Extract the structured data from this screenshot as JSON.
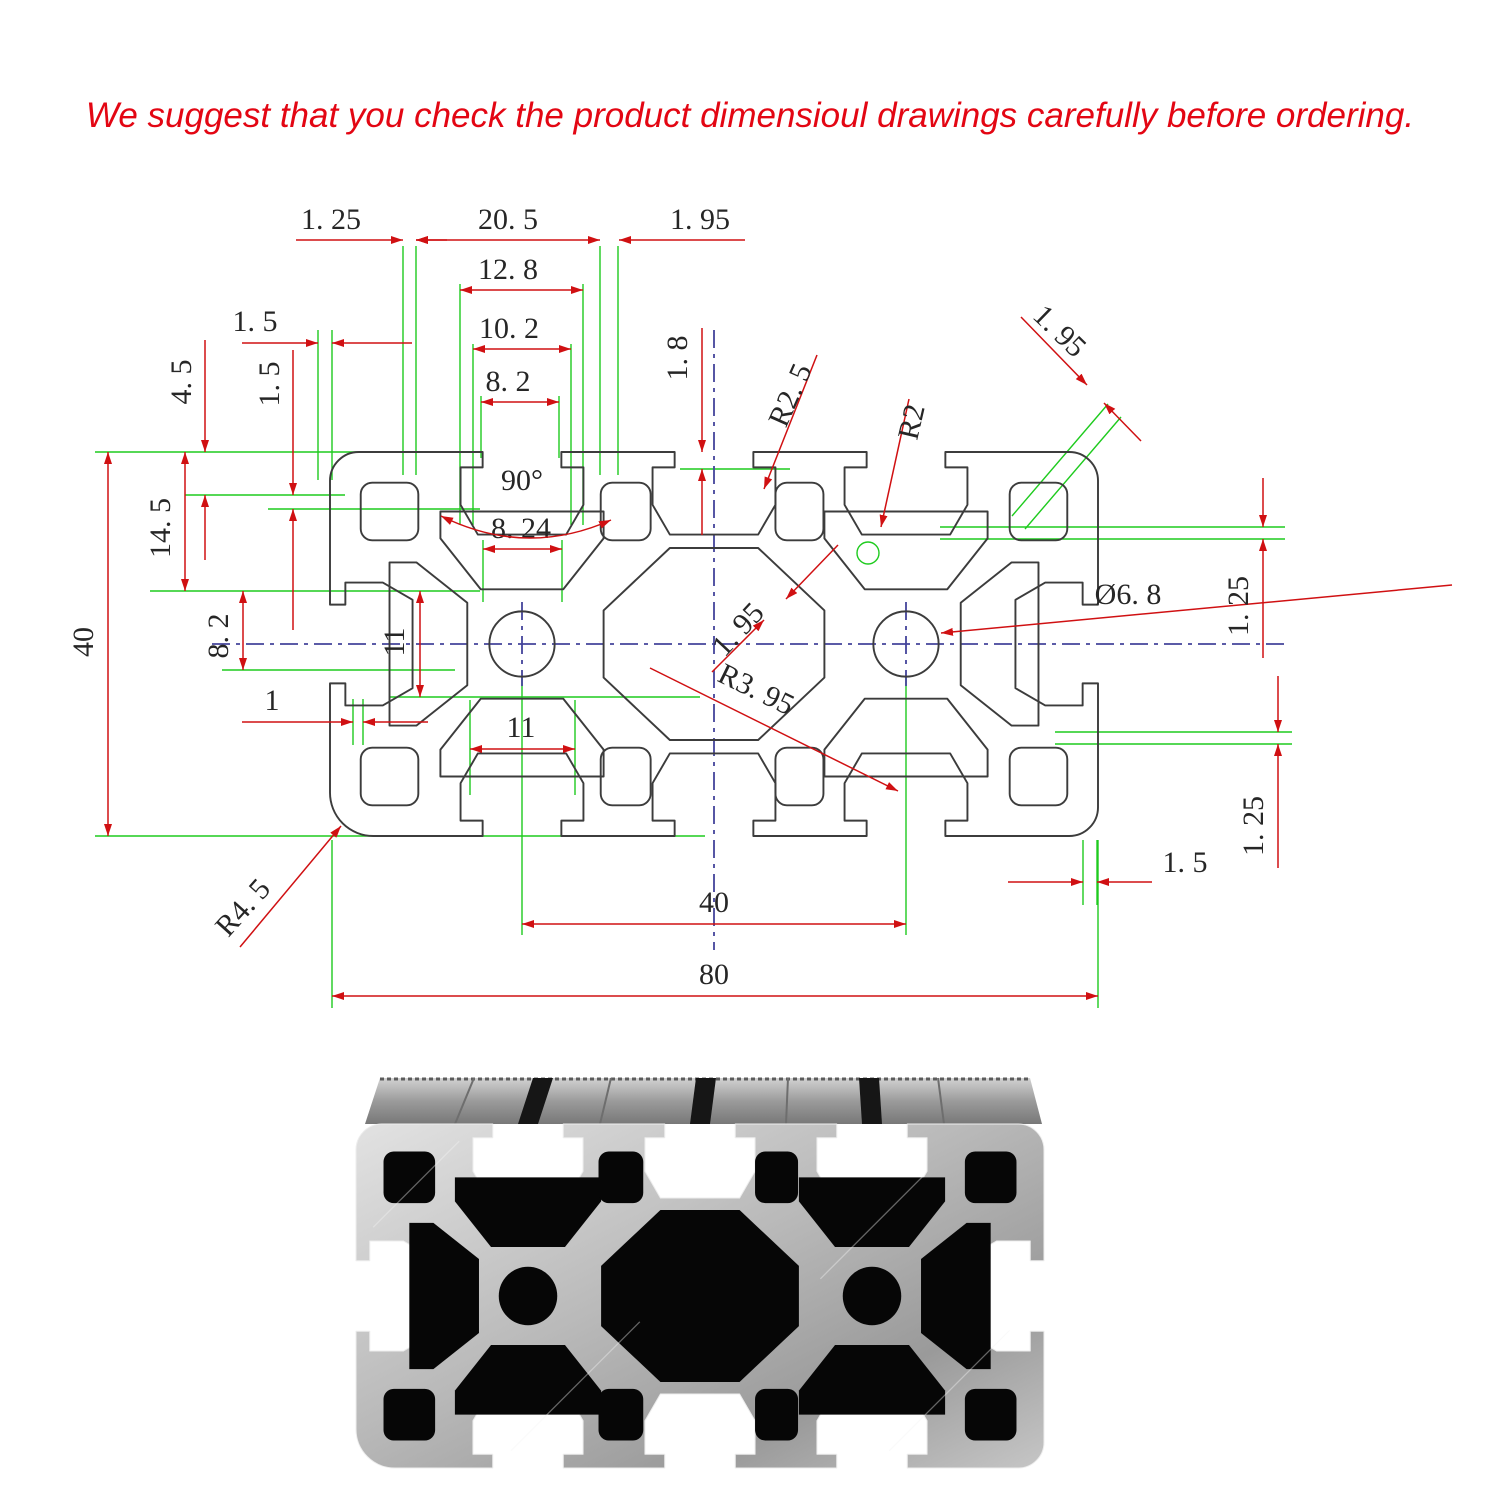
{
  "title": {
    "text": "We suggest that you check the product dimensioul drawings carefully before ordering."
  },
  "colors": {
    "warning_red": "#e30613",
    "dimension_red": "#d01012",
    "extension_green": "#1ecb1e",
    "centerline_navy": "#44449b",
    "profile_outline": "#3c3c3c",
    "photo_aluminum": "#c0c0c0",
    "photo_anodized": "#060606"
  },
  "drawing": {
    "dims": [
      {
        "id": "top-left-wall",
        "text": "1. 25"
      },
      {
        "id": "top-slot-span",
        "text": "20. 5"
      },
      {
        "id": "top-right-wall",
        "text": "1. 95"
      },
      {
        "id": "slot-cavity-width",
        "text": "12. 8"
      },
      {
        "id": "slot-mid-width",
        "text": "10. 2"
      },
      {
        "id": "slot-opening-width",
        "text": "8. 2"
      },
      {
        "id": "left-lip-width",
        "text": "1. 5"
      },
      {
        "id": "top-wall-height",
        "text": "4. 5"
      },
      {
        "id": "lip-height",
        "text": "1. 5"
      },
      {
        "id": "slot-depth",
        "text": "14. 5"
      },
      {
        "id": "profile-height",
        "text": "40"
      },
      {
        "id": "center-offset",
        "text": "8. 2"
      },
      {
        "id": "web-height",
        "text": "11"
      },
      {
        "id": "hook-width",
        "text": "1"
      },
      {
        "id": "web-width",
        "text": "11"
      },
      {
        "id": "cavity-throat",
        "text": "8. 24"
      },
      {
        "id": "cavity-angle",
        "text": "90°"
      },
      {
        "id": "top-lip-thickness",
        "text": "1. 8"
      },
      {
        "id": "radius-slot-shoulder",
        "text": "R2. 5"
      },
      {
        "id": "radius-slot-inner",
        "text": "R2"
      },
      {
        "id": "chamfer-top-right",
        "text": "1. 95"
      },
      {
        "id": "chamfer-center",
        "text": "1. 95"
      },
      {
        "id": "radius-web-fillet",
        "text": "R3. 95"
      },
      {
        "id": "center-hole-diameter",
        "text": "Ø6. 8"
      },
      {
        "id": "right-wall-top",
        "text": "1. 25"
      },
      {
        "id": "right-wall-bottom",
        "text": "1. 25"
      },
      {
        "id": "bottom-right-lip",
        "text": "1. 5"
      },
      {
        "id": "corner-radius",
        "text": "R4. 5"
      },
      {
        "id": "hole-spacing",
        "text": "40"
      },
      {
        "id": "profile-width",
        "text": "80"
      }
    ]
  },
  "photo": {
    "alt": "Black anodized 4080 V-slot aluminum extrusion profile, end cross-section view"
  }
}
